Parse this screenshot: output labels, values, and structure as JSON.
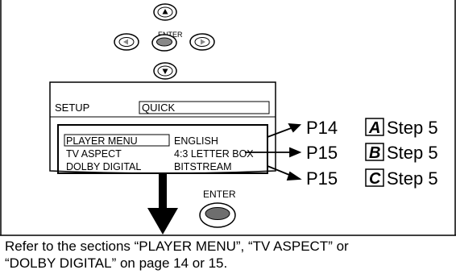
{
  "remote": {
    "enter_label": "ENTER",
    "buttons": [
      "up",
      "left",
      "enter",
      "right",
      "down"
    ]
  },
  "screen": {
    "setup_label": "SETUP",
    "mode_label": "QUICK",
    "rows": [
      {
        "label": "PLAYER MENU",
        "value": "ENGLISH"
      },
      {
        "label": "TV ASPECT",
        "value": "4:3 LETTER BOX"
      },
      {
        "label": "DOLBY DIGITAL",
        "value": "BITSTREAM"
      }
    ]
  },
  "references": [
    {
      "page": "P14",
      "letter": "A",
      "step": "Step 5"
    },
    {
      "page": "P15",
      "letter": "B",
      "step": "Step 5"
    },
    {
      "page": "P15",
      "letter": "C",
      "step": "Step 5"
    }
  ],
  "enter_button_label": "ENTER",
  "caption": {
    "line1": "Refer to the sections “PLAYER MENU”, “TV ASPECT” or",
    "line2": "“DOLBY DIGITAL” on page 14 or 15."
  }
}
